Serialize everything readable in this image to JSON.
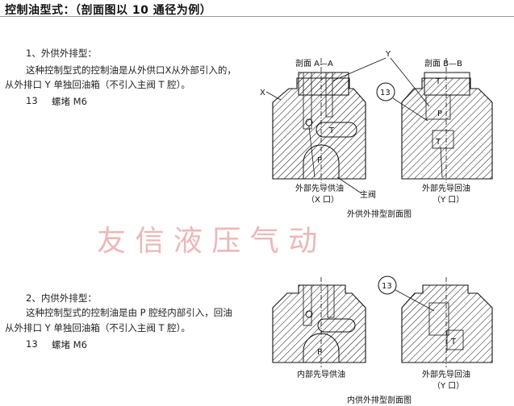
{
  "title": "控制油型式：（剖面图以 10 通径为例）",
  "section1": {
    "heading": "1、外供外排型：",
    "line1": "这种控制型式的控制油是从外供口X从外部引入的，",
    "line2": "从外排口 Y 单独回油箱（不引入主阀 T 腔）。",
    "part_no": "13",
    "part_name": "螺堵 M6"
  },
  "section2": {
    "heading": "2、内供外排型：",
    "line1": "这种控制型式的控制油是由 P 腔经内部引入，回油",
    "line2": "从外排口 Y 单独回油箱（不引入主阀 T 腔）。",
    "part_no": "13",
    "part_name": "螺堵 M6"
  },
  "diagram1": {
    "section_aa": "剖面 A—A",
    "section_bb": "剖面 B—B",
    "label_x": "X",
    "label_y": "Y",
    "label_13": "13",
    "label_t": "T",
    "label_p": "P",
    "cap_left": "外部先导供油",
    "cap_left_port": "（X 口）",
    "cap_main": "主阀",
    "cap_right": "外部先导回油",
    "cap_right_port": "（Y 口）",
    "figure_title": "外供外排型剖面图"
  },
  "diagram2": {
    "label_13": "13",
    "label_t": "T",
    "label_p": "P",
    "cap_left": "内部先导供油",
    "cap_right": "外部先导回油",
    "cap_right_port": "（Y 口）",
    "figure_title": "内供外排型剖面图"
  },
  "watermark": "友 信 液 压 气 动"
}
